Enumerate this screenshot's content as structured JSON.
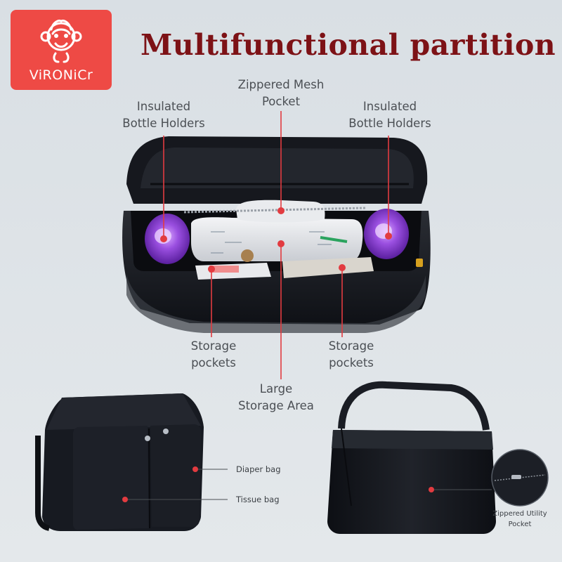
{
  "brand": {
    "logo_text": "ViRONiCr",
    "badge_color": "#ee4a45"
  },
  "title": "Multifunctional partition",
  "callouts": {
    "left_bottle": [
      "Insulated",
      "Bottle Holders"
    ],
    "mesh_pocket": [
      "Zippered Mesh",
      "Pocket"
    ],
    "right_bottle": [
      "Insulated",
      "Bottle Holders"
    ],
    "storage_left": [
      "Storage",
      "pockets"
    ],
    "storage_right": [
      "Storage",
      "pockets"
    ],
    "large_area": [
      "Large",
      "Storage Area"
    ],
    "diaper_bag": "Diaper bag",
    "tissue_bag": "Tissue bag",
    "utility_pocket": [
      "Zippered Utility",
      "Pocket"
    ]
  },
  "colors": {
    "title": "#7d1216",
    "marker": "#e23b40",
    "bag": "#15171d",
    "bottle": "#8a3fd1"
  }
}
